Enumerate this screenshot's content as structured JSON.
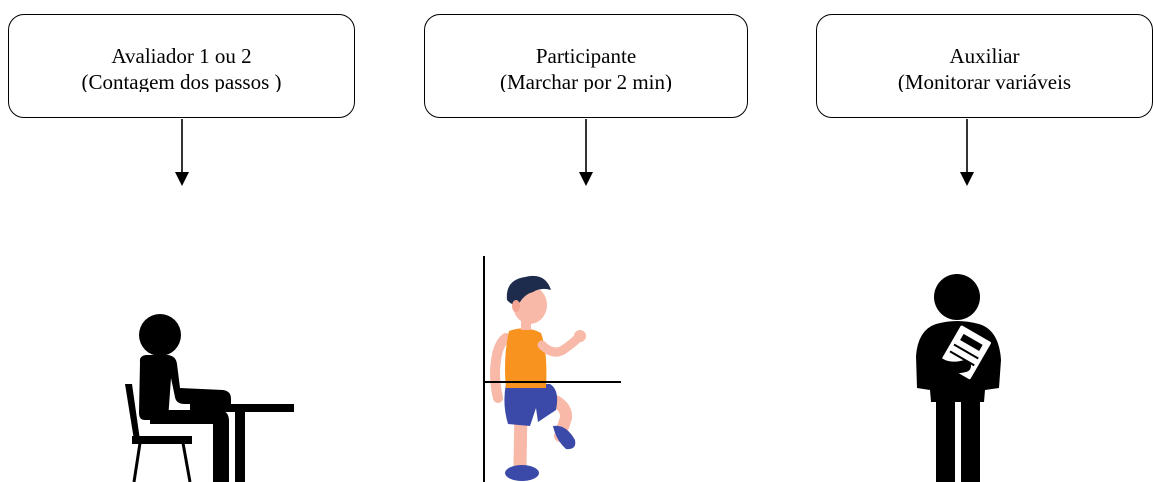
{
  "roles": [
    {
      "title": "Avaliador 1 ou 2",
      "subtitle": "(Contagem dos passos )",
      "icon": "seated-person-at-desk-icon"
    },
    {
      "title": "Participante",
      "subtitle": "(Marchar por 2 min)",
      "icon": "marching-child-icon"
    },
    {
      "title": "Auxiliar",
      "subtitle": "(Monitorar variáveis",
      "icon": "person-with-clipboard-icon"
    }
  ],
  "colors": {
    "stroke": "#000000",
    "shirt": "#f7931e",
    "shorts": "#3b4aa8",
    "skin": "#f8b9a8",
    "hair": "#1d2c4c",
    "shoes": "#3b4aa8"
  }
}
